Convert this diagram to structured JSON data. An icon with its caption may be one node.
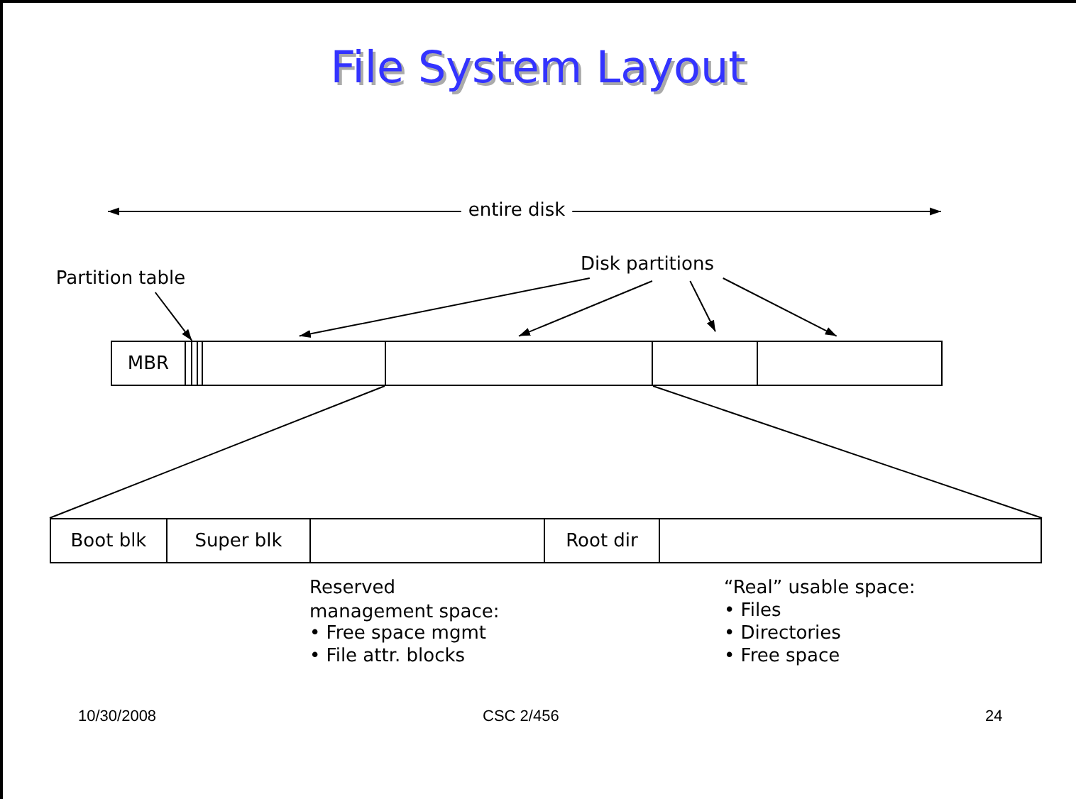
{
  "diagram": {
    "title": "File System Layout",
    "nodes": [
      {
        "text": [
          "Partition table"
        ]
      },
      {
        "text": [
          "Disk partitions"
        ]
      },
      {
        "text": [
          "MBR"
        ]
      },
      {
        "text": [],
        "shape": "box"
      },
      {
        "text": [],
        "shape": "box"
      },
      {
        "text": [],
        "shape": "box"
      },
      {
        "text": [],
        "shape": "box"
      },
      {
        "text": [],
        "shape": "box"
      },
      {
        "text": [
          "Boot blk"
        ]
      },
      {
        "text": [
          "Super blk"
        ]
      },
      {
        "text": [],
        "shape": "box"
      },
      {
        "text": [
          "Root dir"
        ]
      },
      {
        "text": [],
        "shape": "box"
      }
    ],
    "edges": [
      {
        "from": 0,
        "to": 3,
        "arrow": "to"
      },
      {
        "from": 1,
        "to": 4,
        "arrow": "to"
      },
      {
        "from": 1,
        "to": 5,
        "arrow": "to"
      },
      {
        "from": 1,
        "to": 6,
        "arrow": "to"
      },
      {
        "from": 1,
        "to": 7,
        "arrow": "to"
      },
      {
        "from": 5,
        "to": 8,
        "arrow": "none"
      },
      {
        "from": 5,
        "to": 12,
        "arrow": "none"
      }
    ],
    "labels": [
      "entire disk",
      "Reserved management space:",
      "• Free space mgmt",
      "• File attr. blocks",
      "“Real” usable space:",
      "• Files",
      "• Directories",
      "• Free space",
      "10/30/2008",
      "CSC 2/456",
      "24"
    ]
  }
}
